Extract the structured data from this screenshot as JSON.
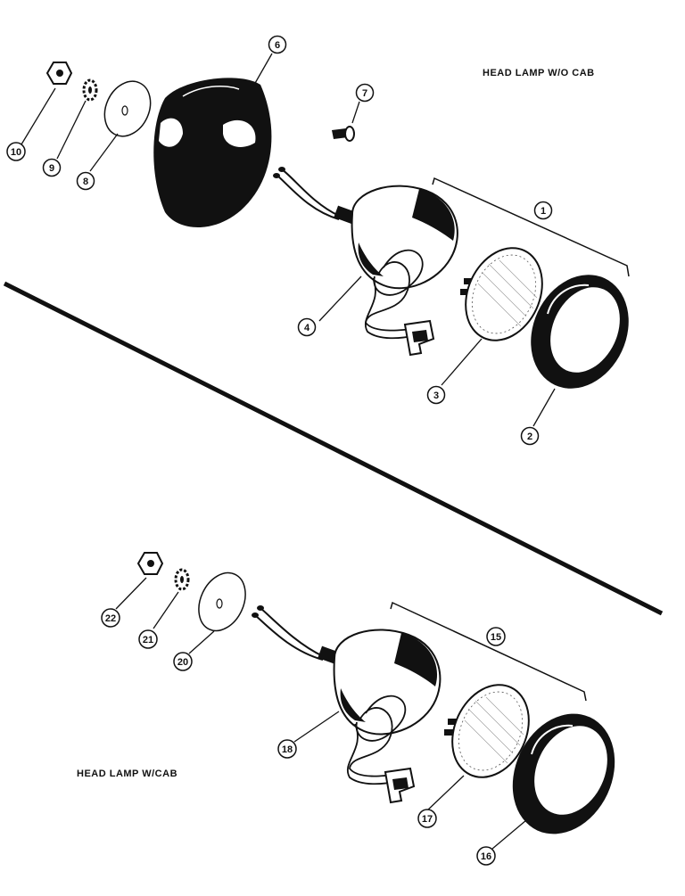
{
  "captions": {
    "top": "HEAD LAMP W/O CAB",
    "bottom": "HEAD LAMP W/CAB"
  },
  "callouts": {
    "c1": "1",
    "c2": "2",
    "c3": "3",
    "c4": "4",
    "c6": "6",
    "c7": "7",
    "c8": "8",
    "c9": "9",
    "c10": "10",
    "c15": "15",
    "c16": "16",
    "c17": "17",
    "c18": "18",
    "c20": "20",
    "c21": "21",
    "c22": "22"
  },
  "colors": {
    "ink": "#111111",
    "paper": "#ffffff"
  }
}
